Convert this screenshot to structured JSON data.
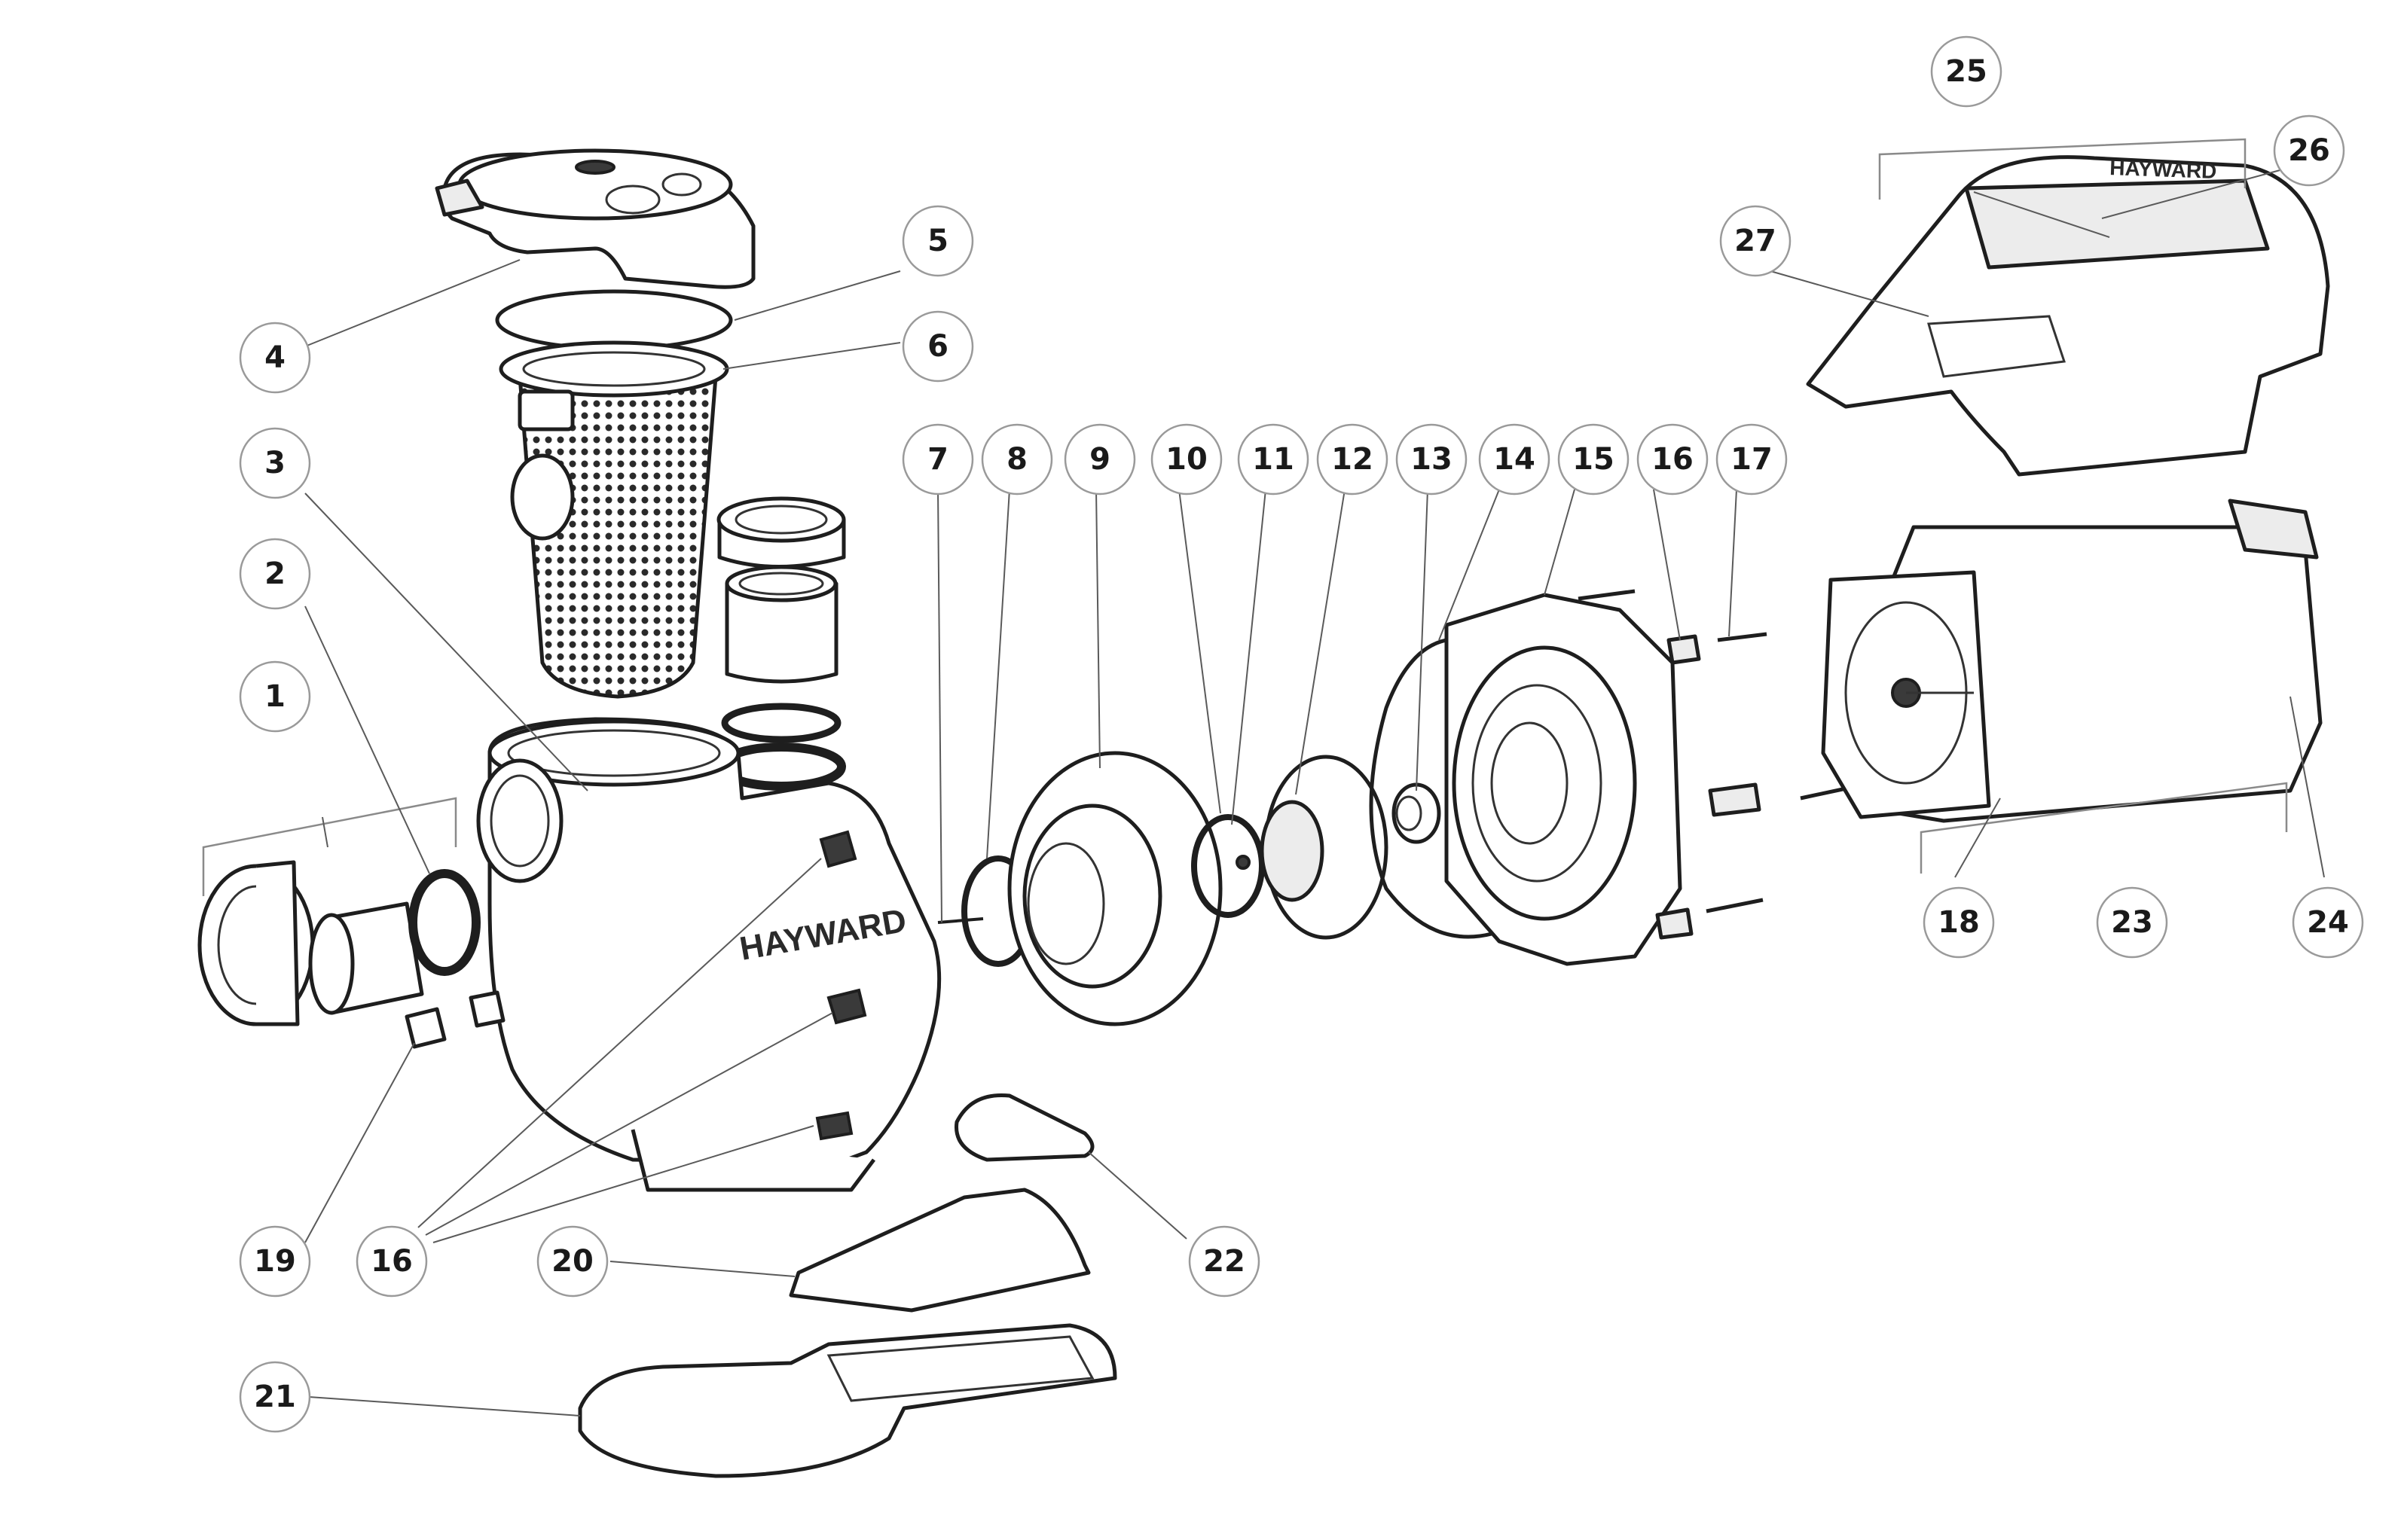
{
  "diagram": {
    "brand_label_pump": "HAYWARD",
    "brand_label_cover": "HAYWARD",
    "callouts": [
      {
        "label": "1"
      },
      {
        "label": "2"
      },
      {
        "label": "3"
      },
      {
        "label": "4"
      },
      {
        "label": "5"
      },
      {
        "label": "6"
      },
      {
        "label": "7"
      },
      {
        "label": "8"
      },
      {
        "label": "9"
      },
      {
        "label": "10"
      },
      {
        "label": "11"
      },
      {
        "label": "12"
      },
      {
        "label": "13"
      },
      {
        "label": "14"
      },
      {
        "label": "15"
      },
      {
        "label": "16"
      },
      {
        "label": "17"
      },
      {
        "label": "16"
      },
      {
        "label": "18"
      },
      {
        "label": "19"
      },
      {
        "label": "20"
      },
      {
        "label": "21"
      },
      {
        "label": "22"
      },
      {
        "label": "23"
      },
      {
        "label": "24"
      },
      {
        "label": "25"
      },
      {
        "label": "26"
      },
      {
        "label": "27"
      }
    ]
  }
}
